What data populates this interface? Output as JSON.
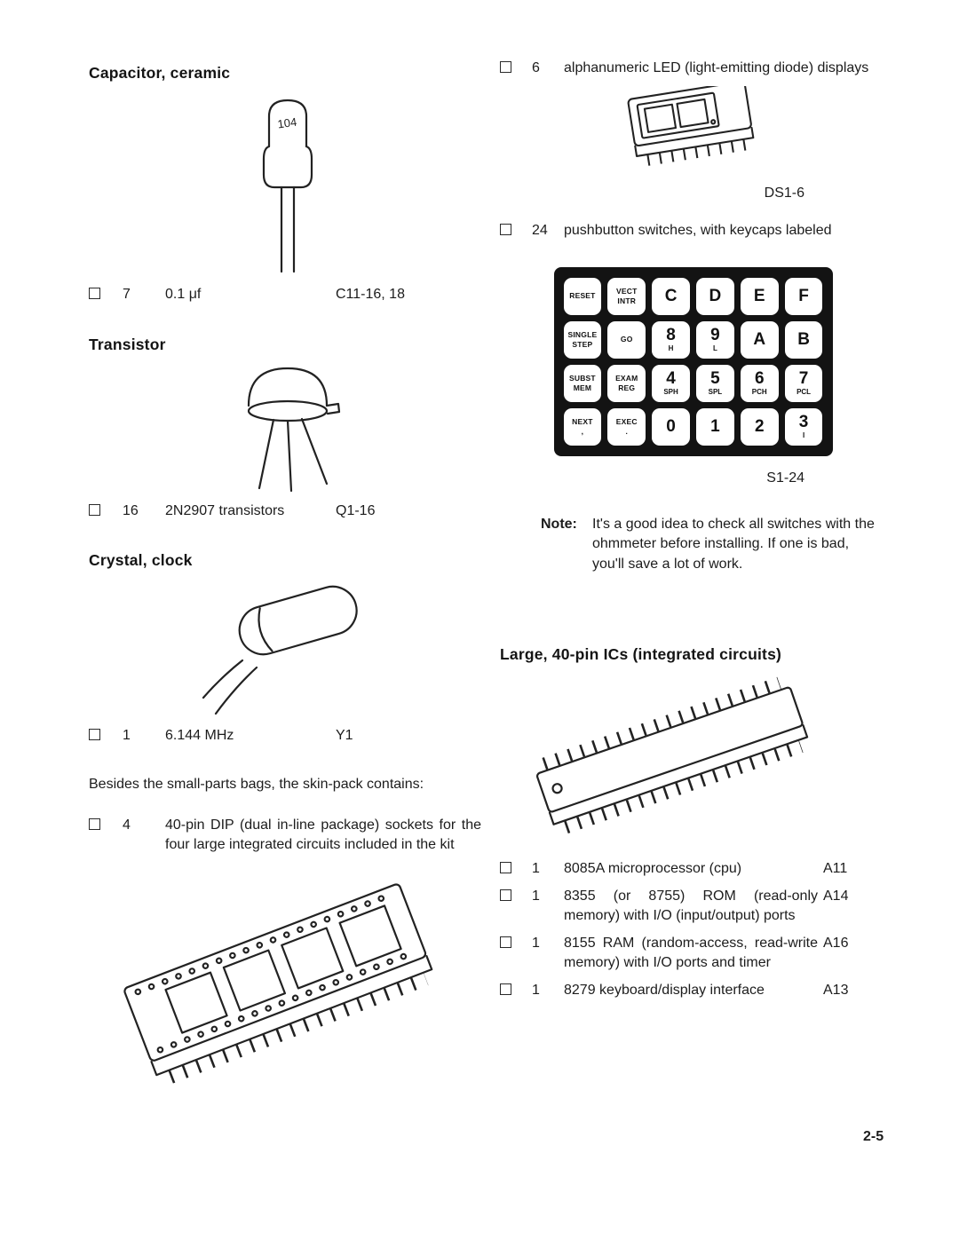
{
  "page": {
    "number": "2-5"
  },
  "left": {
    "capacitor": {
      "heading": "Capacitor, ceramic",
      "body_label": "104",
      "qty": "7",
      "desc": "0.1 μf",
      "ref": "C11-16, 18"
    },
    "transistor": {
      "heading": "Transistor",
      "qty": "16",
      "desc": "2N2907 transistors",
      "ref": "Q1-16"
    },
    "crystal": {
      "heading": "Crystal, clock",
      "qty": "1",
      "desc": "6.144 MHz",
      "ref": "Y1"
    },
    "intro": "Besides the small-parts bags, the skin-pack contains:",
    "socket": {
      "qty": "4",
      "desc": "40-pin DIP (dual in-line package) sockets for the four large integrated circuits included in the kit"
    }
  },
  "right": {
    "led": {
      "qty": "6",
      "desc": "alphanumeric LED (light-emitting diode) displays",
      "ref": "DS1-6"
    },
    "pushbuttons": {
      "qty": "24",
      "desc": "pushbutton switches, with keycaps labeled",
      "ref": "S1-24"
    },
    "keypad": {
      "keys": [
        {
          "main": "RESET",
          "sub": "",
          "big": false
        },
        {
          "main": "VECT",
          "sub": "INTR",
          "big": false
        },
        {
          "main": "C",
          "sub": "",
          "big": true
        },
        {
          "main": "D",
          "sub": "",
          "big": true
        },
        {
          "main": "E",
          "sub": "",
          "big": true
        },
        {
          "main": "F",
          "sub": "",
          "big": true
        },
        {
          "main": "SINGLE",
          "sub": "STEP",
          "big": false
        },
        {
          "main": "GO",
          "sub": "",
          "big": false
        },
        {
          "main": "8",
          "sub": "H",
          "big": true
        },
        {
          "main": "9",
          "sub": "L",
          "big": true
        },
        {
          "main": "A",
          "sub": "",
          "big": true
        },
        {
          "main": "B",
          "sub": "",
          "big": true
        },
        {
          "main": "SUBST",
          "sub": "MEM",
          "big": false
        },
        {
          "main": "EXAM",
          "sub": "REG",
          "big": false
        },
        {
          "main": "4",
          "sub": "SPH",
          "big": true
        },
        {
          "main": "5",
          "sub": "SPL",
          "big": true
        },
        {
          "main": "6",
          "sub": "PCH",
          "big": true
        },
        {
          "main": "7",
          "sub": "PCL",
          "big": true
        },
        {
          "main": "NEXT",
          "sub": ",",
          "big": false
        },
        {
          "main": "EXEC",
          "sub": ".",
          "big": false
        },
        {
          "main": "0",
          "sub": "",
          "big": true
        },
        {
          "main": "1",
          "sub": "",
          "big": true
        },
        {
          "main": "2",
          "sub": "",
          "big": true
        },
        {
          "main": "3",
          "sub": "I",
          "big": true
        }
      ]
    },
    "note": {
      "label": "Note:",
      "text": "It's a good idea to check all switches with the ohmmeter before installing. If one is bad, you'll save a lot of work."
    },
    "ics": {
      "heading": "Large, 40-pin ICs (integrated circuits)",
      "items": [
        {
          "qty": "1",
          "desc": "8085A microprocessor (cpu)",
          "ref": "A11"
        },
        {
          "qty": "1",
          "desc": "8355 (or 8755) ROM (read-only memory) with I/O (input/output) ports",
          "ref": "A14"
        },
        {
          "qty": "1",
          "desc": "8155 RAM (random-access, read-write memory) with I/O ports and timer",
          "ref": "A16"
        },
        {
          "qty": "1",
          "desc": "8279 keyboard/display interface",
          "ref": "A13"
        }
      ]
    }
  }
}
